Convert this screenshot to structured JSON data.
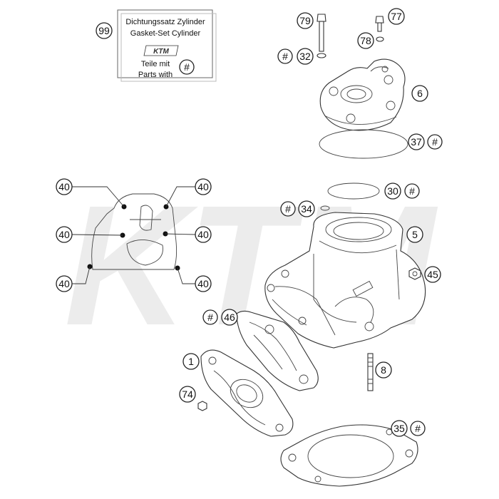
{
  "gasket_set_box": {
    "ref": "99",
    "line1": "Dichtungssatz Zylinder",
    "line2": "Gasket-Set Cylinder",
    "logo": "KTM",
    "line3": "Teile mit",
    "line4": "Parts with",
    "hash": "#"
  },
  "watermark": "KTM",
  "callouts": {
    "p79": "79",
    "p77": "77",
    "p78": "78",
    "h32": "#",
    "p32": "32",
    "p6": "6",
    "p37": "37",
    "h37": "#",
    "p40a": "40",
    "p40b": "40",
    "p40c": "40",
    "p40d": "40",
    "p40e": "40",
    "p40f": "40",
    "p30": "30",
    "h30": "#",
    "h34": "#",
    "p34": "34",
    "p5": "5",
    "p45": "45",
    "h46": "#",
    "p46": "46",
    "p1": "1",
    "p8": "8",
    "p74": "74",
    "p35": "35",
    "h35": "#"
  }
}
